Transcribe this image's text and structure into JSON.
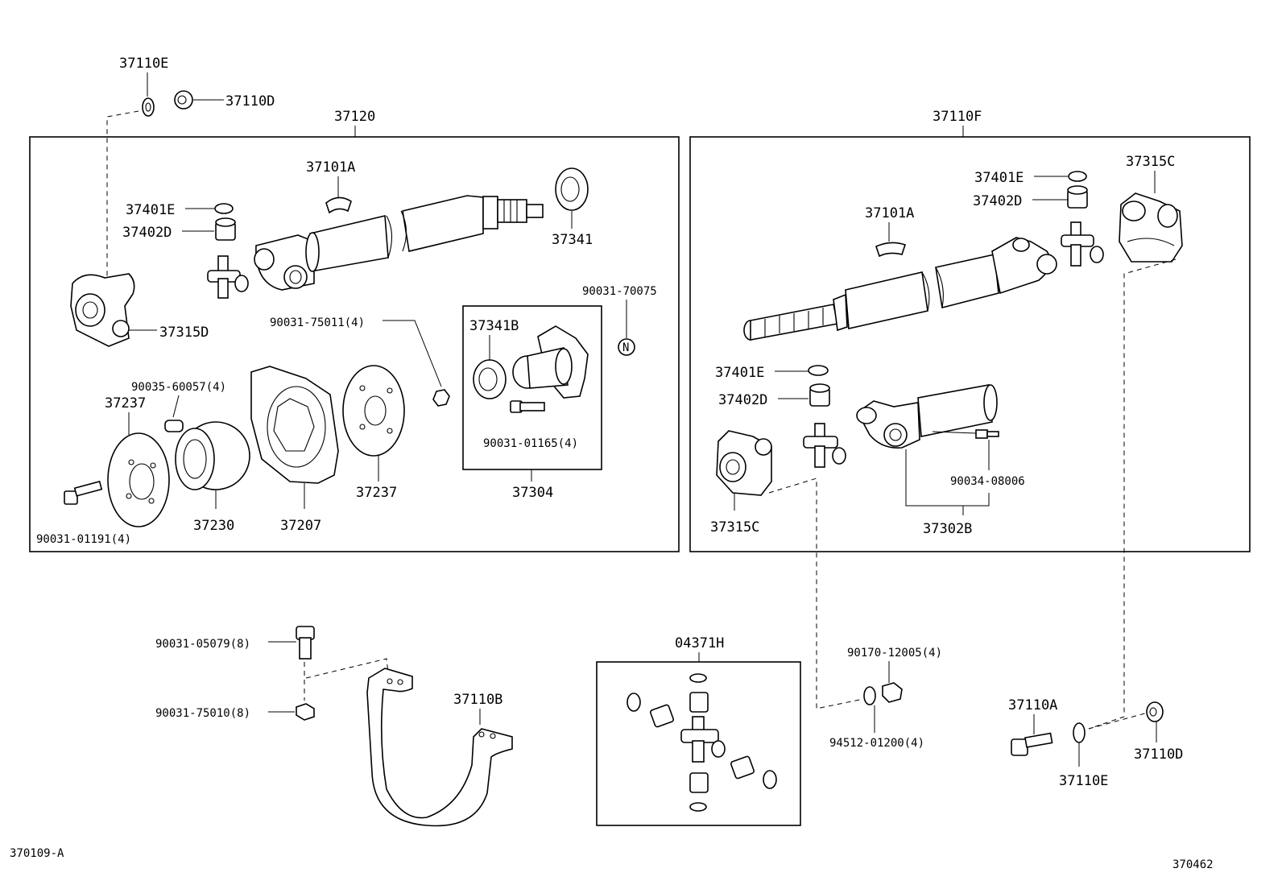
{
  "labels": {
    "p37110E_top": "37110E",
    "p37110D_top": "37110D",
    "p37120": "37120",
    "p37110F": "37110F",
    "l_37101A": "37101A",
    "l_37401E": "37401E",
    "l_37402D": "37402D",
    "l_37341": "37341",
    "l_37315D": "37315D",
    "l_90031_75011": "90031-75011(4)",
    "l_90031_70075": "90031-70075",
    "l_n_mark": "N",
    "l_37341B": "37341B",
    "l_90031_01165": "90031-01165(4)",
    "l_37304": "37304",
    "l_90035_60057": "90035-60057(4)",
    "l_37237_left": "37237",
    "l_37237_right": "37237",
    "l_37230": "37230",
    "l_37207": "37207",
    "l_90031_01191": "90031-01191(4)",
    "r_37401E_top": "37401E",
    "r_37402D_top": "37402D",
    "r_37315C_top": "37315C",
    "r_37101A": "37101A",
    "r_37401E_mid": "37401E",
    "r_37402D_mid": "37402D",
    "r_37315C_bot": "37315C",
    "r_90034_08006": "90034-08006",
    "r_37302B": "37302B",
    "b_90031_05079": "90031-05079(8)",
    "b_90031_75010": "90031-75010(8)",
    "b_37110B": "37110B",
    "b_04371H": "04371H",
    "b_90170_12005": "90170-12005(4)",
    "b_94512_01200": "94512-01200(4)",
    "b_37110A": "37110A",
    "b_37110E": "37110E",
    "b_37110D": "37110D",
    "code_left": "370109-A",
    "code_right": "370462"
  }
}
